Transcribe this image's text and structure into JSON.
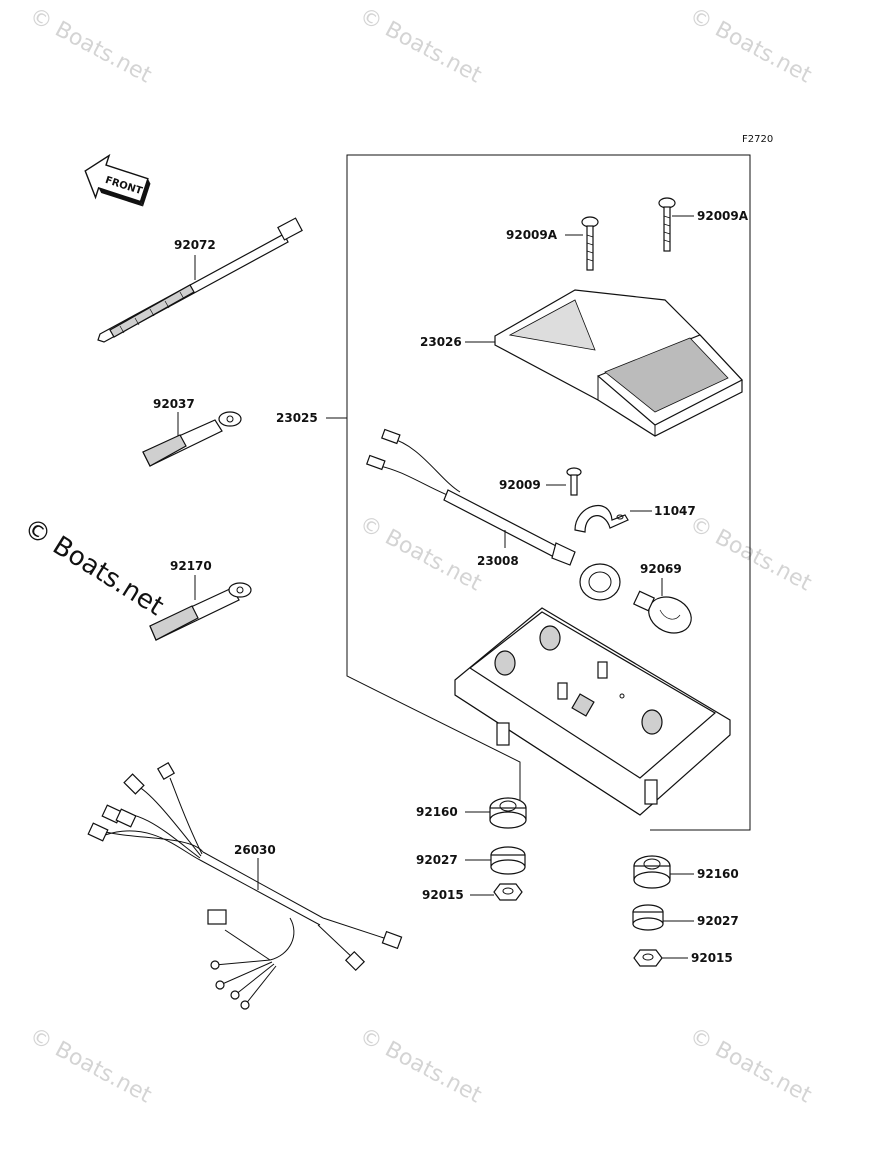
{
  "figure_code": "F2720",
  "watermark": "© Boats.net",
  "front_arrow": {
    "text": "FRONT"
  },
  "labels": {
    "p92072": "92072",
    "p92037": "92037",
    "p92170": "92170",
    "p26030": "26030",
    "p23025": "23025",
    "p92009A_1": "92009A",
    "p92009A_2": "92009A",
    "p23026": "23026",
    "p92009": "92009",
    "p11047": "11047",
    "p23008": "23008",
    "p92069": "92069",
    "p92160_1": "92160",
    "p92027_1": "92027",
    "p92015_1": "92015",
    "p92160_2": "92160",
    "p92027_2": "92027",
    "p92015_2": "92015"
  }
}
